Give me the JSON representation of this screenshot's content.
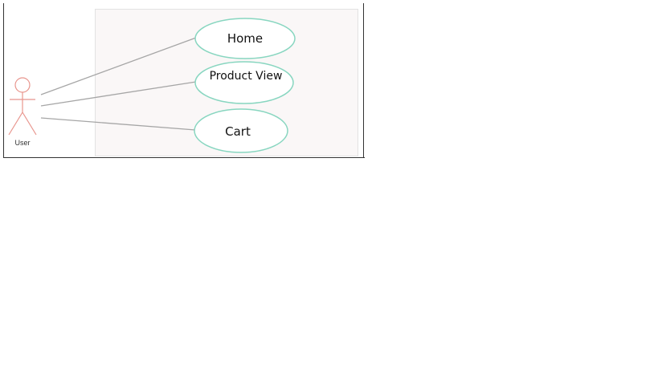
{
  "actor": {
    "label": "User",
    "color": "#e8958d"
  },
  "use_cases": [
    {
      "label": "Home"
    },
    {
      "label": "Product View"
    },
    {
      "label": "Cart"
    }
  ],
  "colors": {
    "ellipse_stroke": "#88d6c0",
    "association_line": "#a6a6a6",
    "boundary_fill": "#faf7f7",
    "boundary_stroke": "#e2e2e2",
    "frame": "#333333"
  }
}
